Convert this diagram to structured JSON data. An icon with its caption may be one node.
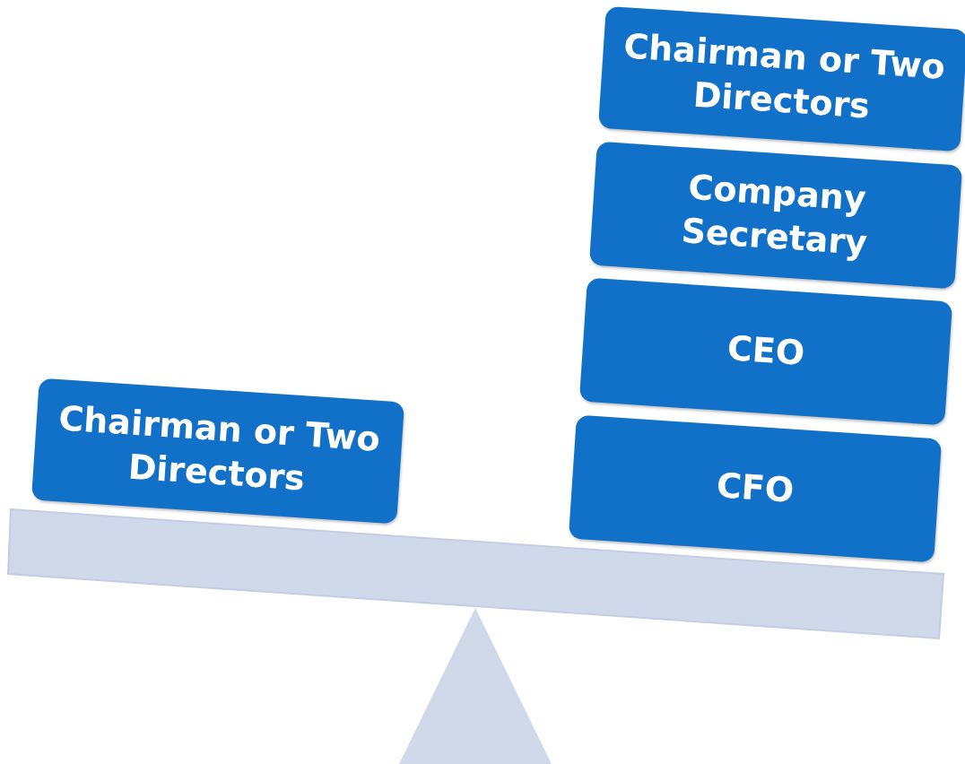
{
  "diagram": {
    "nodes": [
      {
        "text": [
          "Chairman or Two Directors"
        ]
      },
      {
        "text": [
          "Chairman or Two Directors"
        ]
      },
      {
        "text": [
          "Company Secretary"
        ]
      },
      {
        "text": [
          "CEO"
        ]
      },
      {
        "text": [
          "CFO"
        ]
      }
    ]
  }
}
